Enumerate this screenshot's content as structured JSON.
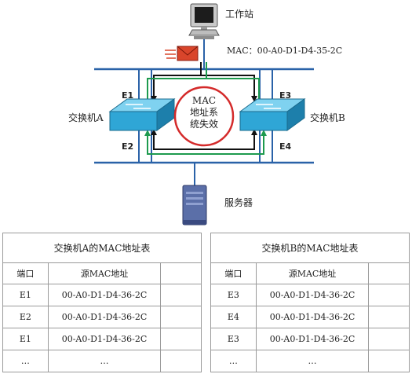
{
  "diagram": {
    "workstation_label": "工作站",
    "mac_label": "MAC：00-A0-D1-D4-35-2C",
    "center_text": [
      "MAC",
      "地址系",
      "统失效"
    ],
    "switch_a_label": "交换机A",
    "switch_b_label": "交换机B",
    "server_label": "服务器",
    "ports": {
      "e1": "E1",
      "e2": "E2",
      "e3": "E3",
      "e4": "E4"
    },
    "colors": {
      "bus": "#2a62a8",
      "loop_black": "#111111",
      "loop_green": "#1d9a4e",
      "error_ring": "#d42a2a",
      "switch": "#2fa6d6",
      "envelope": "#d9452b"
    }
  },
  "table_a": {
    "title": "交换机A的MAC地址表",
    "headers": [
      "端口",
      "源MAC地址",
      ""
    ],
    "rows": [
      [
        "E1",
        "00-A0-D1-D4-36-2C",
        ""
      ],
      [
        "E2",
        "00-A0-D1-D4-36-2C",
        ""
      ],
      [
        "E1",
        "00-A0-D1-D4-36-2C",
        ""
      ],
      [
        "…",
        "…",
        ""
      ]
    ]
  },
  "table_b": {
    "title": "交换机B的MAC地址表",
    "headers": [
      "端口",
      "源MAC地址",
      ""
    ],
    "rows": [
      [
        "E3",
        "00-A0-D1-D4-36-2C",
        ""
      ],
      [
        "E4",
        "00-A0-D1-D4-36-2C",
        ""
      ],
      [
        "E3",
        "00-A0-D1-D4-36-2C",
        ""
      ],
      [
        "…",
        "…",
        ""
      ]
    ]
  }
}
